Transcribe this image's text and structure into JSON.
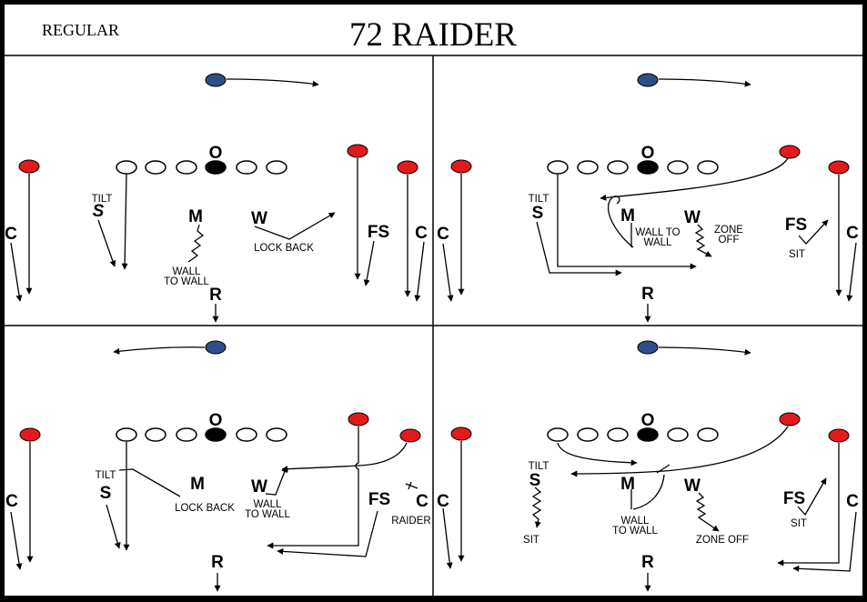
{
  "header": {
    "formation": "REGULAR",
    "title": "72 RAIDER"
  },
  "colors": {
    "offense": "#2d4f86",
    "defense": "#e31a1c",
    "line": "#000000",
    "background": "#ffffff"
  },
  "panels": [
    {
      "id": "top-left",
      "offense": {
        "center": "O"
      },
      "players": {
        "c_left": "C",
        "s": "S",
        "m": "M",
        "w": "W",
        "fs": "FS",
        "c_right": "C",
        "r": "R"
      },
      "annotations": {
        "s_note": "TILT",
        "m_note": "WALL\nTO WALL",
        "w_note": "LOCK BACK"
      }
    },
    {
      "id": "top-right",
      "offense": {
        "center": "O"
      },
      "players": {
        "c_left": "C",
        "s": "S",
        "m": "M",
        "w": "W",
        "fs": "FS",
        "c_right": "C",
        "r": "R"
      },
      "annotations": {
        "s_note": "TILT",
        "m_note": "WALL TO\nWALL",
        "w_note": "ZONE\nOFF",
        "fs_note": "SIT"
      }
    },
    {
      "id": "bottom-left",
      "offense": {
        "center": "O"
      },
      "players": {
        "c_left": "C",
        "s": "S",
        "m": "M",
        "w": "W",
        "fs": "FS",
        "c_right": "C",
        "r": "R"
      },
      "annotations": {
        "s_note": "TILT",
        "m_note": "LOCK BACK",
        "w_note": "WALL\nTO WALL",
        "c_note": "RAIDER"
      }
    },
    {
      "id": "bottom-right",
      "offense": {
        "center": "O"
      },
      "players": {
        "c_left": "C",
        "s": "S",
        "m": "M",
        "w": "W",
        "fs": "FS",
        "c_right": "C",
        "r": "R"
      },
      "annotations": {
        "s_note": "TILT",
        "s_sit": "SIT",
        "m_note": "WALL\nTO WALL",
        "w_note": "ZONE OFF",
        "fs_note": "SIT"
      }
    }
  ]
}
